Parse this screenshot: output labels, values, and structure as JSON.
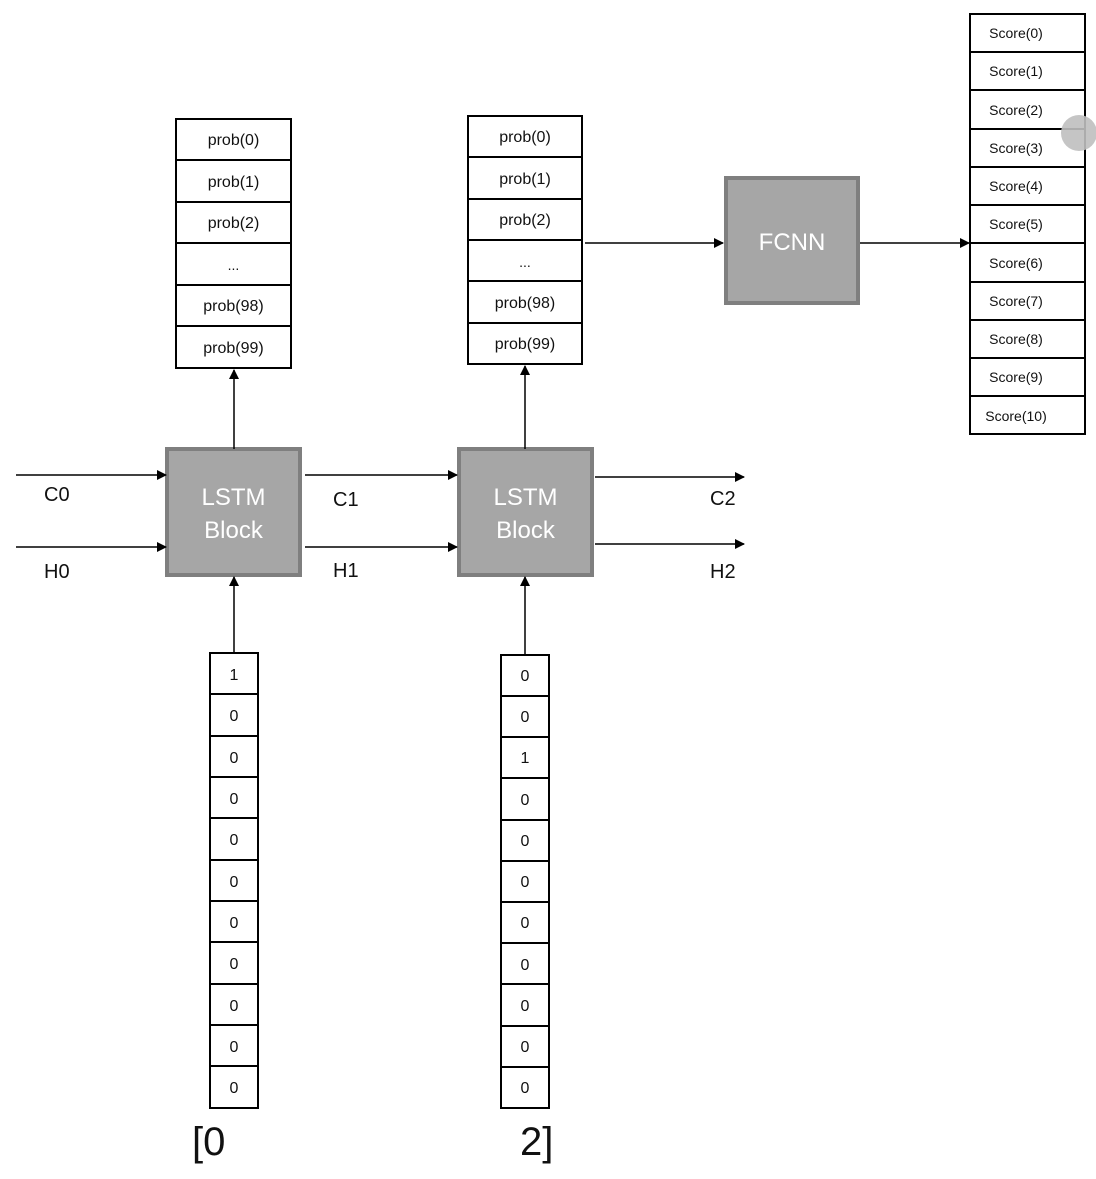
{
  "step1": {
    "block_label_line1": "LSTM",
    "block_label_line2": "Block",
    "cell_in": "C0",
    "hidden_in": "H0",
    "cell_out": "C1",
    "hidden_out": "H1",
    "probs": [
      "prob(0)",
      "prob(1)",
      "prob(2)",
      "...",
      "prob(98)",
      "prob(99)"
    ],
    "onehot": [
      "1",
      "0",
      "0",
      "0",
      "0",
      "0",
      "0",
      "0",
      "0",
      "0",
      "0"
    ],
    "token": "[0"
  },
  "step2": {
    "block_label_line1": "LSTM",
    "block_label_line2": "Block",
    "cell_out": "C2",
    "hidden_out": "H2",
    "probs": [
      "prob(0)",
      "prob(1)",
      "prob(2)",
      "...",
      "prob(98)",
      "prob(99)"
    ],
    "onehot": [
      "0",
      "0",
      "1",
      "0",
      "0",
      "0",
      "0",
      "0",
      "0",
      "0",
      "0"
    ],
    "token": "2]"
  },
  "fcnn": {
    "label": "FCNN"
  },
  "scores": [
    "Score(0)",
    "Score(1)",
    "Score(2)",
    "Score(3)",
    "Score(4)",
    "Score(5)",
    "Score(6)",
    "Score(7)",
    "Score(8)",
    "Score(9)",
    "Score(10)"
  ],
  "colors": {
    "block_fill": "#a6a6a6",
    "block_stroke": "#7f7f7f",
    "block_text": "#ffffff",
    "line": "#000000"
  }
}
